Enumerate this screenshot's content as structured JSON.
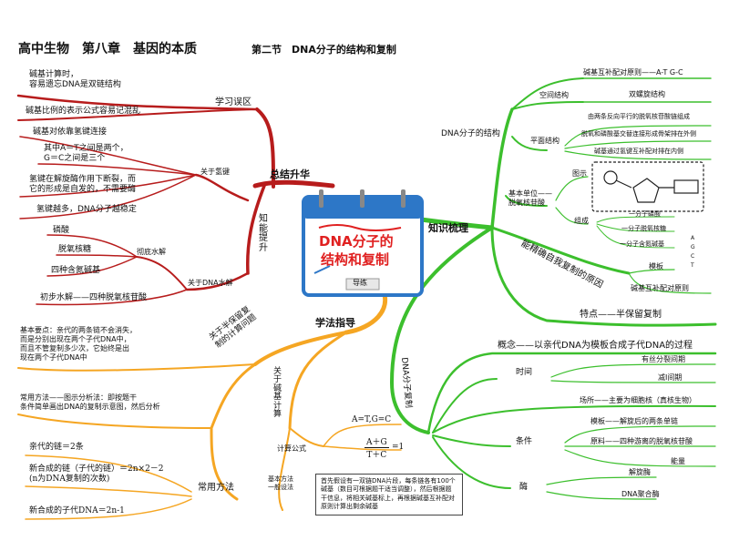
{
  "colors": {
    "red_branch": "#b71c1c",
    "orange_branch": "#f5a623",
    "green_branch": "#3cbf2d",
    "calendar_blue": "#2d77c7",
    "calendar_red": "#e02020"
  },
  "header": {
    "title": "高中生物　第八章　基因的本质",
    "section": "第二节　DNA分子的结构和复制"
  },
  "center": {
    "line1": "DNA分子的",
    "line2": "结构和复制",
    "footer": "导练",
    "icon": "calendar-icon"
  },
  "summary": {
    "label": "总结升华",
    "mistakes": {
      "label": "学习误区",
      "items": [
        "碱基计算时，\n容易遗忘DNA是双链结构",
        "碱基比例的表示公式容易记混乱"
      ]
    },
    "ability": {
      "label": "知\n能\n提\n升"
    },
    "hbond": {
      "label": "关于氢键",
      "items": [
        "碱基对依靠氢键连接",
        "其中A＝T之间是两个，\nG＝C之间是三个",
        "氢键在解旋酶作用下断裂，而\n它的形成是自发的，不需要酶",
        "氢键越多，DNA分子越稳定"
      ]
    },
    "hydrolysis": {
      "label": "关于DNA水解",
      "full_label": "彻底水解",
      "items": [
        "磷酸",
        "脱氧核糖",
        "四种含氮碱基",
        "初步水解——四种脱氧核苷酸"
      ]
    }
  },
  "method": {
    "label": "学法指导",
    "semi": {
      "label": "关于半保留复\n制的计算问题",
      "key_points": "基本要点：亲代的两条链不会消失，\n而是分别出现在两个子代DNA中，\n而且不管复制多少次，它始终是出\n现在两个子代DNA中",
      "common_method_text": "常用方法——图示分析法：即按题干\n条件简单画出DNA的复制示意图，然后分析",
      "common_methods_label": "常用方法",
      "parent_chains": "亲代的链＝2条",
      "new_chains": "新合成的链（子代的链）＝2n×2－2\n(n为DNA复制的次数)",
      "new_dna": "新合成的子代DNA＝2n-1"
    },
    "base_calc": {
      "label": "关\n于\n碱\n基\n计\n算",
      "formula_label": "计算公式",
      "formula1": "A=T,G=C",
      "formula2_num": "A＋G",
      "formula2_den": "T＋C",
      "formula2_rhs": "=1",
      "basic_label": "基本方法\n一般设法",
      "basic_text": "首先假设有一双链DNA片段，每条链各有100个碱基（数目可根据题干适当调整），然后根据题干信息，将相关碱基标上，再根据碱基互补配对原则计算出剩余碱基"
    }
  },
  "knowledge": {
    "label": "知识梳理",
    "structure": {
      "label": "DNA分子的结构",
      "pairing": "碱基互补配对原则——A-T G-C",
      "spatial": {
        "label": "空间结构",
        "value": "双螺旋结构"
      },
      "plane": {
        "label": "平面结构",
        "items": [
          "由两条反向平行的脱氧核苷酸链组成",
          "脱氧和磷酸基交替连接形成骨架排在外侧",
          "碱基通过氢键互补配对排在内侧"
        ]
      },
      "unit": {
        "label": "基本单位——\n脱氧核苷酸",
        "diagram_label": "图示",
        "composition_label": "组成",
        "composition": [
          "一分子磷酸",
          "一分子脱氧核糖",
          "一分子含氮碱基"
        ],
        "bases": [
          "A",
          "G",
          "C",
          "T"
        ]
      }
    },
    "precise": {
      "label": "能精确自我复制的原因",
      "items": [
        "模板",
        "碱基互补配对原则"
      ]
    },
    "feature": "特点——半保留复制",
    "replication": {
      "label": "DNA分子复制",
      "concept": "概念——以亲代DNA为模板合成子代DNA的过程",
      "time": {
        "label": "时间",
        "items": [
          "有丝分裂间期",
          "减Ⅰ间期"
        ]
      },
      "place": "场所——主要为细胞核（真核生物）",
      "conditions": {
        "label": "条件",
        "items": [
          "模板——解旋后的两条单链",
          "原料——四种游离的脱氧核苷酸",
          "能量"
        ]
      },
      "enzyme": {
        "label": "酶",
        "items": [
          "解旋酶",
          "DNA聚合酶"
        ]
      }
    }
  }
}
